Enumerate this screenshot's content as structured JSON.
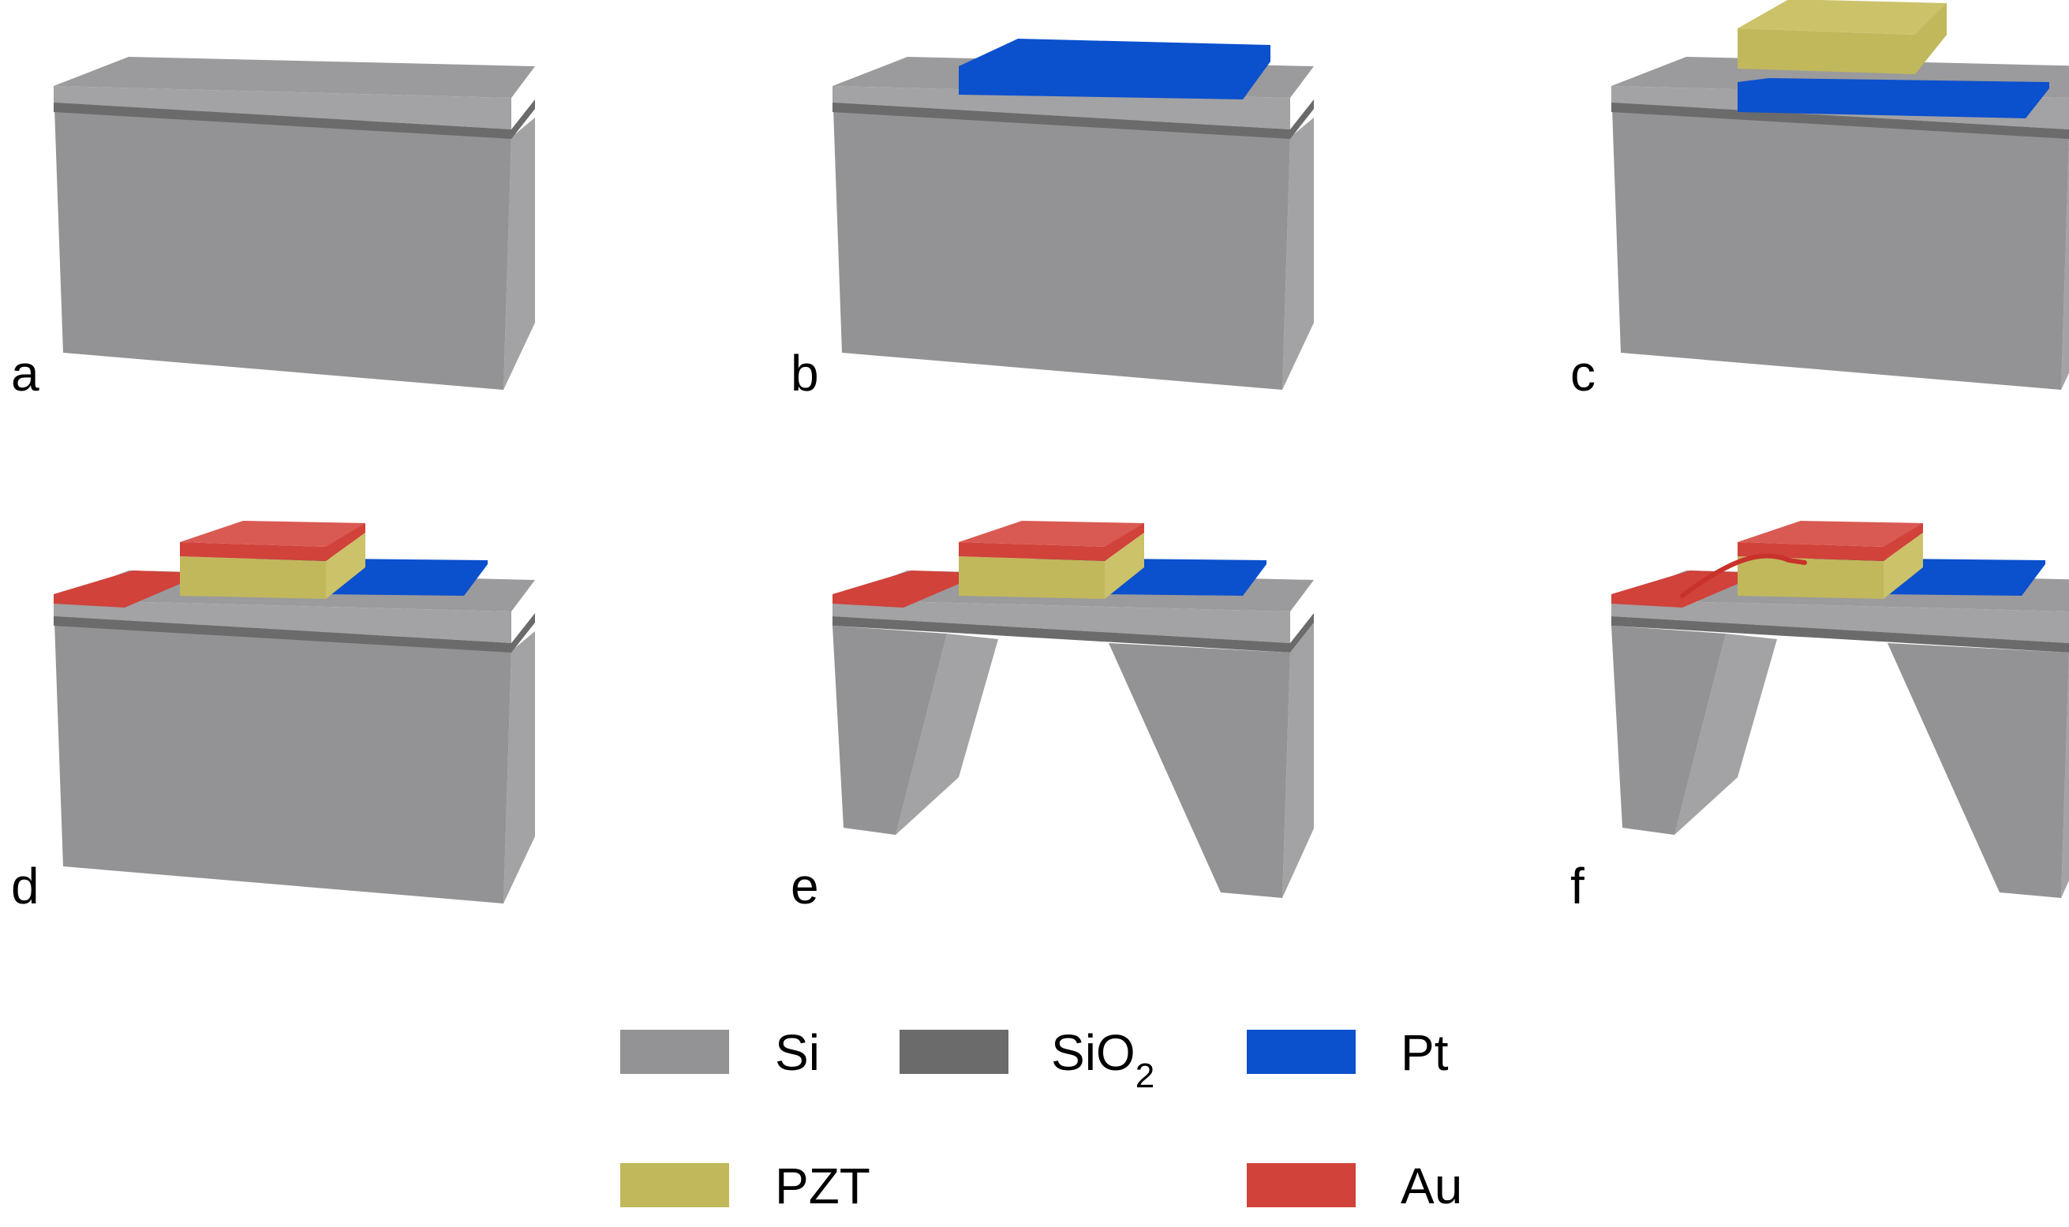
{
  "panels": [
    {
      "label": "a",
      "stage": "substrate"
    },
    {
      "label": "b",
      "stage": "bottom-electrode"
    },
    {
      "label": "c",
      "stage": "pzt"
    },
    {
      "label": "d",
      "stage": "top-electrode"
    },
    {
      "label": "e",
      "stage": "etched"
    },
    {
      "label": "f",
      "stage": "wired"
    }
  ],
  "legend": {
    "si": {
      "label": "Si",
      "color": "#939294"
    },
    "sio2": {
      "label": "SiO",
      "subscript": "2",
      "color": "#6b6b6b"
    },
    "pt": {
      "label": "Pt",
      "color": "#0b50cd"
    },
    "pzt": {
      "label": "PZT",
      "color": "#c1b85c"
    },
    "au": {
      "label": "Au",
      "color": "#d0423a"
    }
  },
  "colors": {
    "si_front": "#939294",
    "si_top": "#9b9a9c",
    "si_side": "#a3a2a4",
    "oxide": "#6b6b6b",
    "pt": "#0b50cd",
    "pzt": "#c1b85c",
    "pzt_side": "#cbc26a",
    "au": "#d0423a",
    "au_side": "#d95a52",
    "wire": "#c8322a"
  }
}
